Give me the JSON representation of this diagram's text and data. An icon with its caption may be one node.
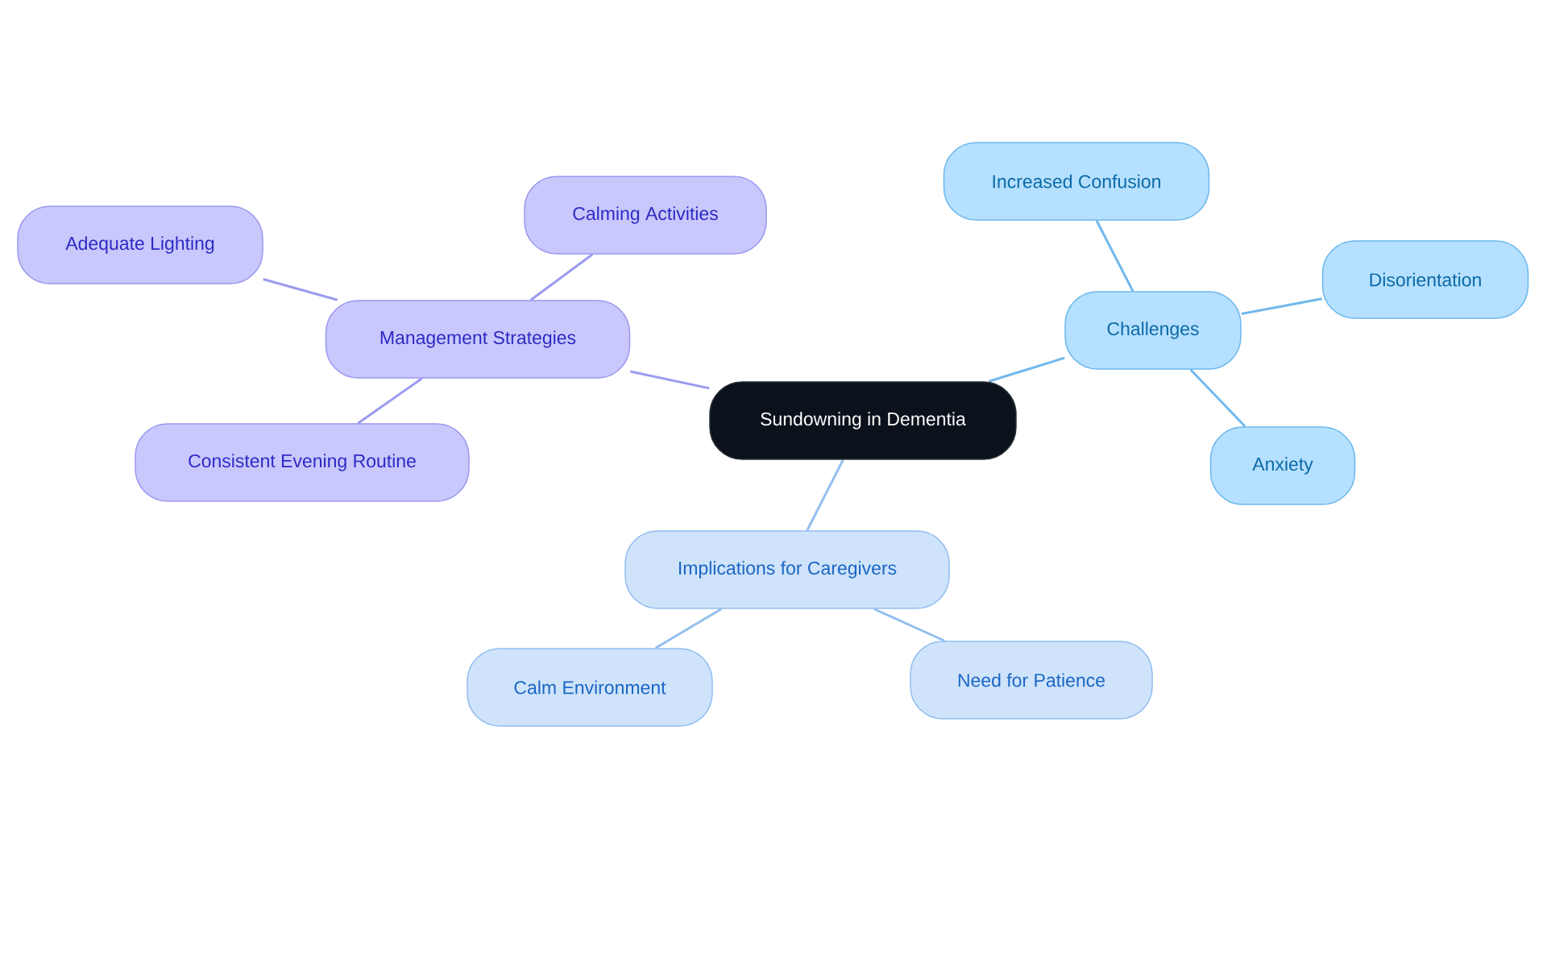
{
  "diagram": {
    "nodes": [
      {
        "text": [
          "Sundowning in Dementia"
        ]
      },
      {
        "text": [
          "Management Strategies"
        ]
      },
      {
        "text": [
          "Adequate Lighting"
        ]
      },
      {
        "text": [
          "Calming Activities"
        ]
      },
      {
        "text": [
          "Consistent Evening Routine"
        ]
      },
      {
        "text": [
          "Challenges"
        ]
      },
      {
        "text": [
          "Increased Confusion"
        ]
      },
      {
        "text": [
          "Disorientation"
        ]
      },
      {
        "text": [
          "Anxiety"
        ]
      },
      {
        "text": [
          "Implications for Caregivers"
        ]
      },
      {
        "text": [
          "Calm Environment"
        ]
      },
      {
        "text": [
          "Need for Patience"
        ]
      }
    ],
    "edges": [
      {
        "from": 0,
        "to": 1,
        "arrow": "none",
        "color": "#9b9bf0"
      },
      {
        "from": 1,
        "to": 2,
        "arrow": "none",
        "color": "#9b9bf0"
      },
      {
        "from": 1,
        "to": 3,
        "arrow": "none",
        "color": "#9b9bf0"
      },
      {
        "from": 1,
        "to": 4,
        "arrow": "none",
        "color": "#9b9bf0"
      },
      {
        "from": 0,
        "to": 5,
        "arrow": "none",
        "color": "#72b8ec"
      },
      {
        "from": 5,
        "to": 6,
        "arrow": "none",
        "color": "#72b8ec"
      },
      {
        "from": 5,
        "to": 7,
        "arrow": "none",
        "color": "#72b8ec"
      },
      {
        "from": 5,
        "to": 8,
        "arrow": "none",
        "color": "#72b8ec"
      },
      {
        "from": 0,
        "to": 9,
        "arrow": "none",
        "color": "#94bfee"
      },
      {
        "from": 9,
        "to": 10,
        "arrow": "none",
        "color": "#94bfee"
      },
      {
        "from": 9,
        "to": 11,
        "arrow": "none",
        "color": "#94bfee"
      }
    ]
  }
}
